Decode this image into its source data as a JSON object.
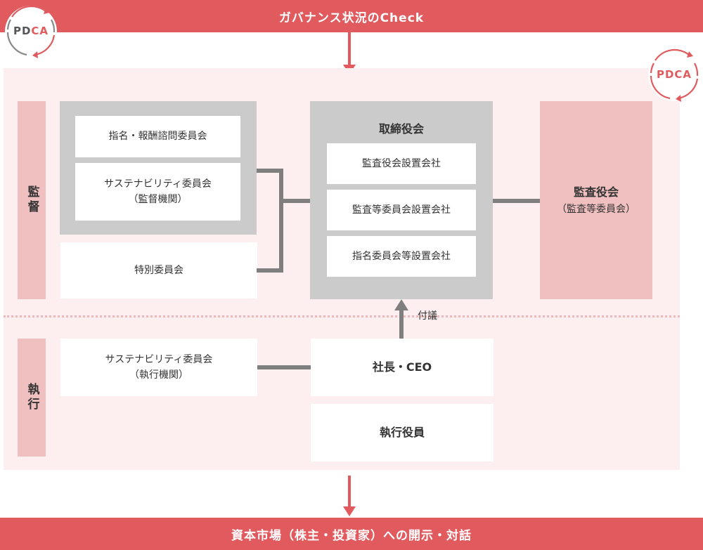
{
  "top_banner": "ガバナンス状況のCheck",
  "bottom_banner": "資本市場（株主・投資家）への開示・対話",
  "pdca_left": {
    "p": "PD",
    "c": "CA"
  },
  "pdca_right": {
    "p": "PD",
    "c": "CA"
  },
  "supervision_label": "監督",
  "execution_label": "執行",
  "committees": {
    "nomination": "指名・報酬諮問委員会",
    "sustainability_line1": "サステナビリティ委員会",
    "sustainability_line2": "（監督機関）",
    "special": "特別委員会"
  },
  "board": {
    "title": "取締役会",
    "items": [
      "監査役会設置会社",
      "監査等委員会設置会社",
      "指名委員会等設置会社"
    ]
  },
  "audit": {
    "title": "監査役会",
    "subtitle": "（監査等委員会）"
  },
  "proposal_label": "付議",
  "execution": {
    "sustainability_line1": "サステナビリティ委員会",
    "sustainability_line2": "（執行機関）",
    "ceo": "社長・CEO",
    "officers": "執行役員"
  },
  "colors": {
    "accent": "#e05a5e",
    "panel": "#fdeeef",
    "side": "#f0bfc0",
    "grey": "#cbcbcb",
    "connector": "#7f7f7f"
  }
}
